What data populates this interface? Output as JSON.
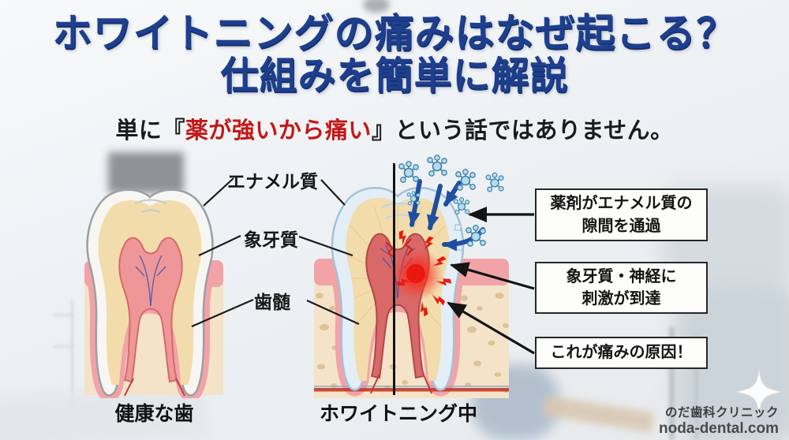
{
  "header": {
    "title_line1": "ホワイトニングの痛みはなぜ起こる？",
    "title_line2": "仕組みを簡単に解説",
    "subtitle_prefix": "単に『",
    "subtitle_highlight": "薬が強いから痛い",
    "subtitle_suffix": "』という話ではありません。"
  },
  "diagram": {
    "labels": {
      "enamel": "エナメル質",
      "dentin": "象牙質",
      "pulp": "歯髄"
    },
    "left_caption": "健康な歯",
    "right_caption": "ホワイトニング中"
  },
  "callouts": [
    {
      "lines": [
        "薬剤がエナメル質の",
        "隙間を通過"
      ]
    },
    {
      "lines": [
        "象牙質・神経に",
        "刺激が到達"
      ]
    },
    {
      "lines": [
        "これが痛みの原因！"
      ]
    }
  ],
  "footer": {
    "clinic_name": "のだ歯科クリニック",
    "website": "noda-dental.com"
  },
  "colors": {
    "title_navy": "#1d3f8e",
    "highlight_red": "#c41818",
    "text_dark": "#1b1b1b",
    "callout_border": "#272727",
    "arrow_black": "#141414",
    "blue_arrow": "#1f4fa0",
    "molecule_fill": "#b5dcee",
    "molecule_outline": "#3e82ab",
    "pain_red": "#e8190f",
    "enamel_white": "#f8f6f2",
    "tooth_outline_gray": "#9aa0a4",
    "enamel_blue": "#e3eef6",
    "enamel_blue_outline": "#a5c2d6",
    "dentin_cream": "#f3dcab",
    "dentin_stripe": "#e8c98f",
    "pulp_pink": "#ef9798",
    "pulp_outline": "#d46a6a",
    "pulp_inflamed": "#d96868",
    "pulp_inflamed_outline": "#b04848",
    "vessel_blue": "#3f55ad",
    "gum_pink": "#f2a3a8",
    "bone_beige": "#f4e3c8",
    "bone_speckle": "#d9bc8e",
    "bone_redline": "#c03a2e",
    "credit_gray": "#3d3d3d"
  }
}
